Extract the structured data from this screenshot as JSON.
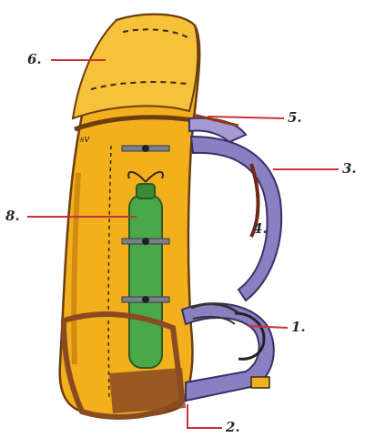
{
  "callouts": {
    "c1": "1.",
    "c2": "2.",
    "c3": "3.",
    "c4": "4.",
    "c5": "5.",
    "c6": "6.",
    "c8": "8."
  },
  "colors": {
    "pack_body": "#f2b01c",
    "pack_outline": "#6b3d10",
    "frame_purple": "#8a7fc0",
    "bottle_green": "#49a84a",
    "leader_red": "#c8323a",
    "bottom_brown": "#8a4a22"
  }
}
